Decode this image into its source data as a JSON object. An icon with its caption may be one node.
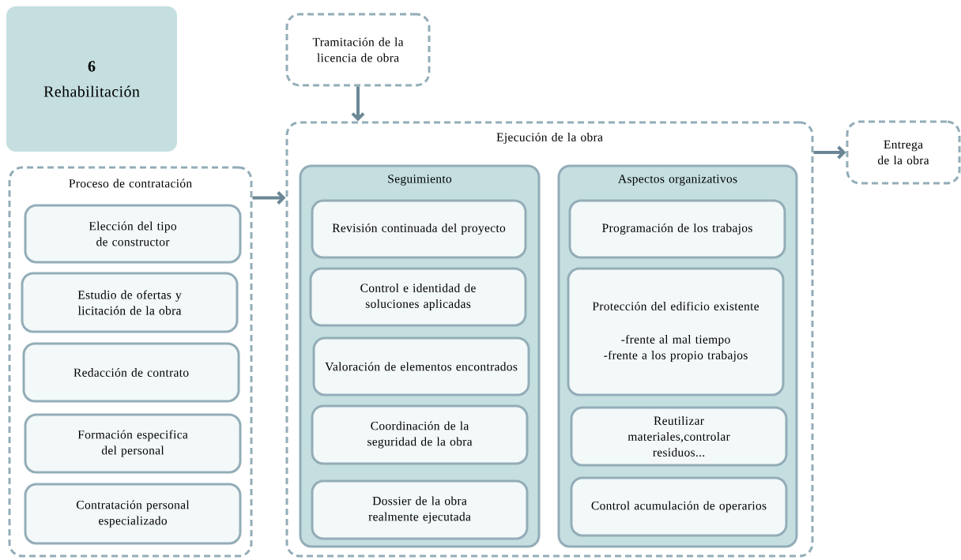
{
  "diagram": {
    "nodes": [
      {
        "text": [
          "6",
          "Rehabilitación"
        ]
      },
      {
        "text": [
          "Tramitación de la licencia de obra"
        ]
      },
      {
        "text": [
          "Proceso de contratación"
        ]
      },
      {
        "text": [
          "Elección del tipo de constructor"
        ],
        "in": 2
      },
      {
        "text": [
          "Estudio de ofertas y licitación de la obra"
        ],
        "in": 2
      },
      {
        "text": [
          "Redacción de contrato"
        ],
        "in": 2
      },
      {
        "text": [
          "Formación especifica del personal"
        ],
        "in": 2
      },
      {
        "text": [
          "Contratación personal especializado"
        ],
        "in": 2
      },
      {
        "text": [
          "Ejecución de la obra"
        ]
      },
      {
        "text": [
          "Seguimiento"
        ],
        "in": 8
      },
      {
        "text": [
          "Revisión continuada del proyecto"
        ],
        "in": 9
      },
      {
        "text": [
          "Control e identidad de soluciones aplicadas"
        ],
        "in": 9
      },
      {
        "text": [
          "Valoración de elementos encontrados"
        ],
        "in": 9
      },
      {
        "text": [
          "Coordinación de la seguridad de la obra"
        ],
        "in": 9
      },
      {
        "text": [
          "Dossier de la obra realmente ejecutada"
        ],
        "in": 9
      },
      {
        "text": [
          "Aspectos organizativos"
        ],
        "in": 8
      },
      {
        "text": [
          "Programación de los trabajos"
        ],
        "in": 15
      },
      {
        "text": [
          "Protección del edificio existente",
          "-frente al mal tiempo",
          "-frente a los propio trabajos"
        ],
        "in": 15
      },
      {
        "text": [
          "Reutilizar materiales,controlar residuos..."
        ],
        "in": 15
      },
      {
        "text": [
          "Control acumulación de operarios"
        ],
        "in": 15
      },
      {
        "text": [
          "Entrega de la obra"
        ]
      }
    ],
    "edges": [
      {
        "from": 1,
        "to": 8,
        "arrow": "to"
      },
      {
        "from": 2,
        "to": 8,
        "arrow": "to"
      },
      {
        "from": 8,
        "to": 20,
        "arrow": "to"
      }
    ]
  }
}
